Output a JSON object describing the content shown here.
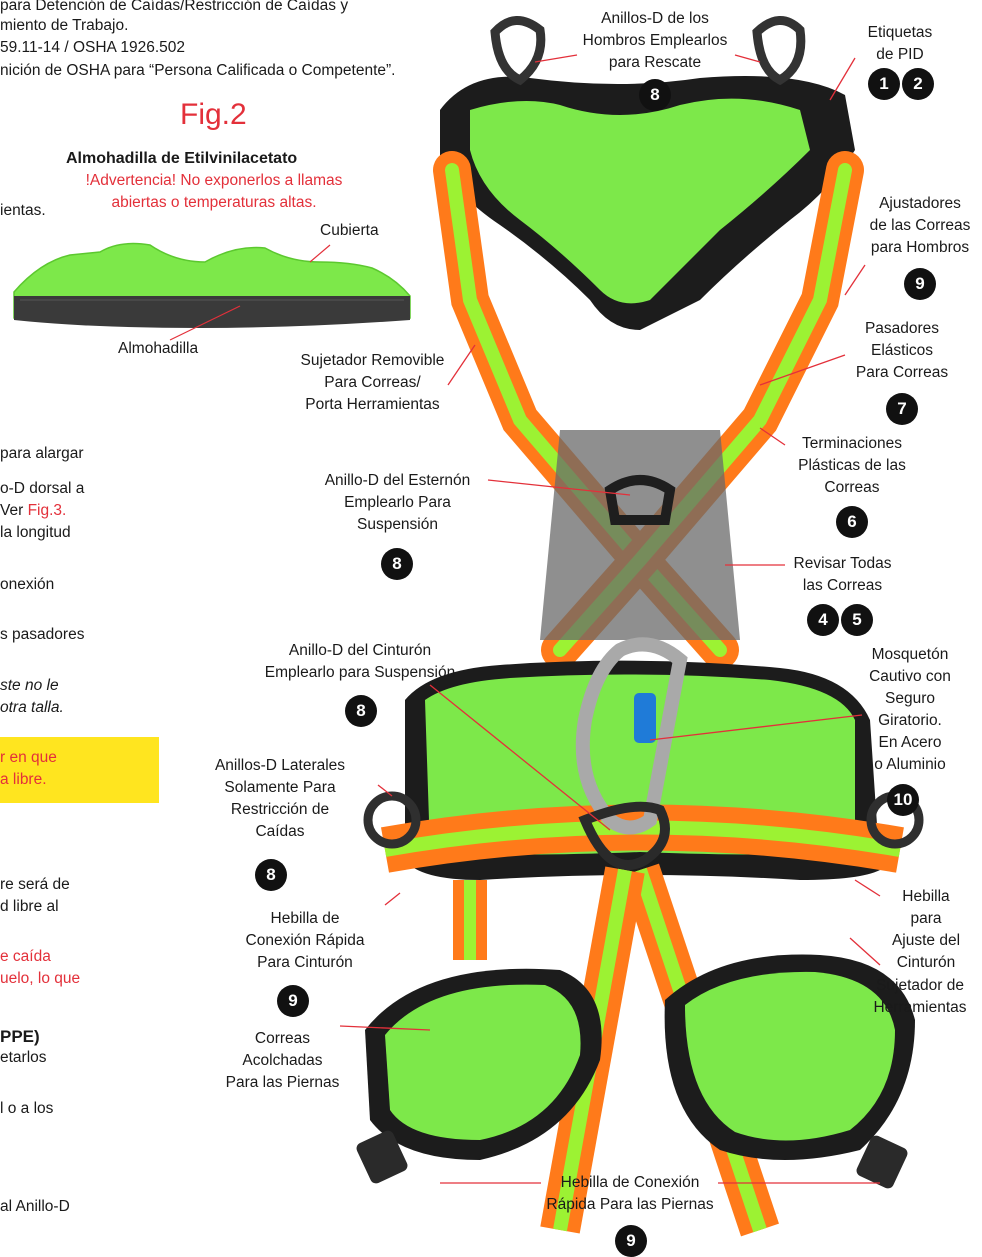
{
  "left_header": {
    "line1": "para Detención de Caídas/Restricción de Caídas y",
    "line2": "miento de Trabajo.",
    "line3": "59.11-14 / OSHA 1926.502",
    "line4": "nición de OSHA para “Persona Calificada o Competente”."
  },
  "fig2": {
    "label": "Fig.2",
    "title": "Almohadilla de Etilvinilacetato",
    "warning_line1": "!Advertencia! No exponerlos a llamas",
    "warning_line2": "abiertas o temperaturas altas.",
    "cover_label": "Cubierta",
    "pad_label": "Almohadilla"
  },
  "left_fragments": {
    "f1": "ientas.",
    "f2": "para alargar",
    "f3": "o-D dorsal a",
    "f4_prefix": "Ver ",
    "f4_link": "Fig.3.",
    "f5": "la longitud",
    "f6": "onexión",
    "f7": "s pasadores",
    "f8": "ste no le",
    "f9": "otra talla.",
    "f10": "r en que",
    "f11": "a libre.",
    "f12": "re será de",
    "f13": "d libre al",
    "f14": "e caída",
    "f15": "uelo, lo que",
    "f16": "PPE)",
    "f17": "etarlos",
    "f18": "l o a los",
    "f19": "al Anillo-D"
  },
  "labels": {
    "shoulder_rings": [
      "Anillos-D de los",
      "Hombros Emplearlos",
      "para Rescate"
    ],
    "pid_tags": [
      "Etiquetas",
      "de PID"
    ],
    "shoulder_adjusters": [
      "Ajustadores",
      "de las Correas",
      "para Hombros"
    ],
    "strap_holder": [
      "Sujetador Removible",
      "Para Correas/",
      "Porta Herramientas"
    ],
    "elastic_keepers": [
      "Pasadores",
      "Elásticos",
      "Para Correas"
    ],
    "plastic_ends": [
      "Terminaciones",
      "Plásticas de las",
      "Correas"
    ],
    "sternum_ring": [
      "Anillo-D del Esternón",
      "Emplearlo Para",
      "Suspensión"
    ],
    "check_straps": [
      "Revisar Todas",
      "las Correas"
    ],
    "belt_ring": [
      "Anillo-D del Cinturón",
      "Emplearlo para Suspensión"
    ],
    "carabiner": [
      "Mosquetón",
      "Cautivo con",
      "Seguro",
      "Giratorio.",
      "En Acero",
      "o Aluminio"
    ],
    "side_rings": [
      "Anillos-D Laterales",
      "Solamente Para",
      "Restricción de",
      "Caídas"
    ],
    "belt_buckle": [
      "Hebilla de",
      "Conexión Rápida",
      "Para Cinturón"
    ],
    "belt_adjust": [
      "Hebilla",
      "para",
      "Ajuste del",
      "Cinturón"
    ],
    "tool_holder": [
      "Sujetador de",
      "Herramientas"
    ],
    "leg_pads": [
      "Correas",
      "Acolchadas",
      "Para las Piernas"
    ],
    "leg_buckle": [
      "Hebilla de Conexión",
      "Rápida Para las Piernas"
    ]
  },
  "badges": {
    "b8_top": "8",
    "b1": "1",
    "b2": "2",
    "b9_shoulder": "9",
    "b7": "7",
    "b6": "6",
    "b8_sternum": "8",
    "b4": "4",
    "b5": "5",
    "b8_belt": "8",
    "b10": "10",
    "b8_side": "8",
    "b9_belt": "9",
    "b9_leg": "9"
  },
  "colors": {
    "accent_red": "#e3303a",
    "webbing_orange": "#ff7a1a",
    "webbing_green": "#9cf233",
    "pad_green": "#7de84a",
    "warning_yellow": "#ffe51f"
  }
}
